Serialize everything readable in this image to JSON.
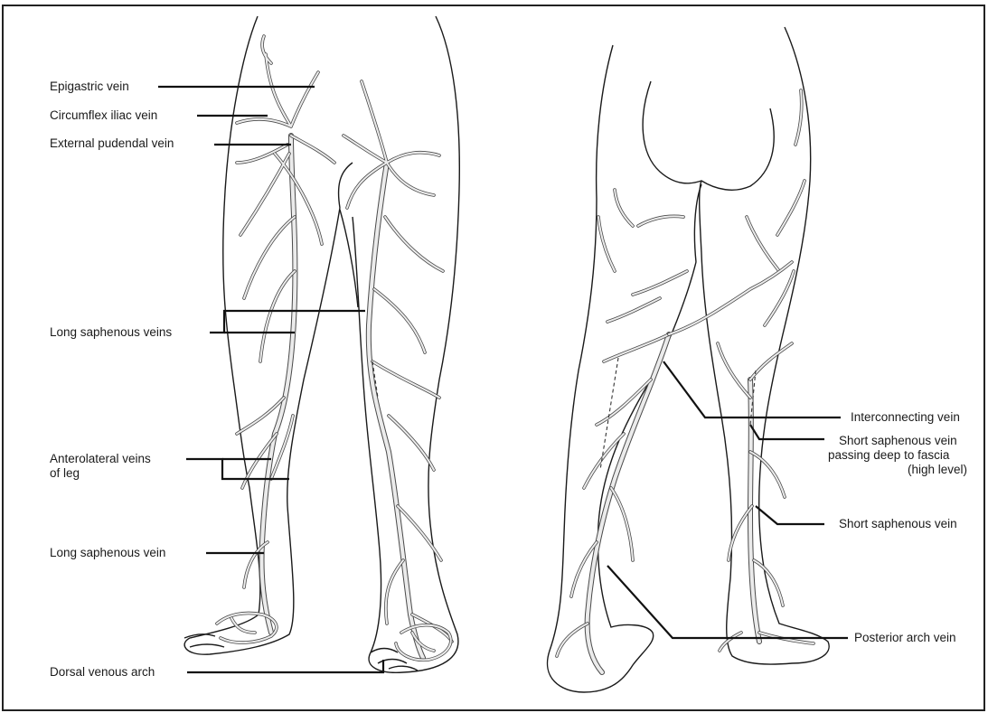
{
  "labels_left": {
    "epigastric": "Epigastric vein",
    "circumflex": "Circumflex iliac vein",
    "pudendal": "External pudendal vein",
    "long_saphenous_veins": "Long saphenous veins",
    "anterolateral_1": "Anterolateral veins",
    "anterolateral_2": "of leg",
    "long_saphenous_vein": "Long saphenous vein",
    "dorsal_arch": "Dorsal venous arch"
  },
  "labels_right": {
    "interconnecting": "Interconnecting vein",
    "short_deep_1": "Short saphenous vein",
    "short_deep_2": "passing deep to fascia",
    "short_deep_3": "(high level)",
    "short_saphenous": "Short saphenous vein",
    "posterior_arch": "Posterior arch vein"
  }
}
